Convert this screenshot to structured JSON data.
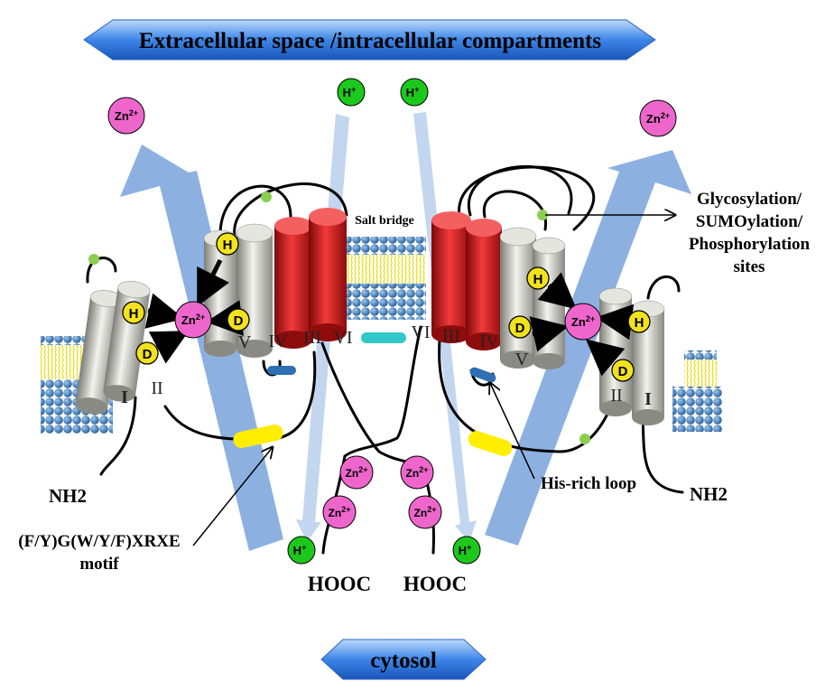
{
  "banners": {
    "top": "Extracellular space /intracellular compartments",
    "bottom": "cytosol"
  },
  "labels": {
    "salt_bridge": "Salt bridge",
    "modification_sites": [
      "Glycosylation/",
      "SUMOylation/",
      "Phosphorylation",
      "sites"
    ],
    "his_rich_loop": "His-rich loop",
    "motif": [
      "(F/Y)G(W/Y/F)XRXE",
      "motif"
    ],
    "n_terminus": "NH2",
    "c_terminus": "HOOC"
  },
  "ions": {
    "zinc": "Zn",
    "zinc_charge": "2+",
    "proton": "H",
    "proton_charge": "+"
  },
  "residues": {
    "histidine": "H",
    "aspartate": "D"
  },
  "helices": [
    "I",
    "II",
    "III",
    "IV",
    "V",
    "VI"
  ],
  "colors": {
    "banner": "#3d86e8",
    "zinc_ion": "#ee66cc",
    "proton": "#1cc81c",
    "residue": "#f2e21c",
    "helix_gray": "#c8c8c0",
    "helix_red": "#d82020",
    "lipid_head": "#3a7fc4",
    "lipid_tail": "#f4e830",
    "flow_arrow": "#7fa8de",
    "proton_path": "#c2d6ef",
    "motif": "#ffee00",
    "salt_bridge": "#30c8c8"
  }
}
